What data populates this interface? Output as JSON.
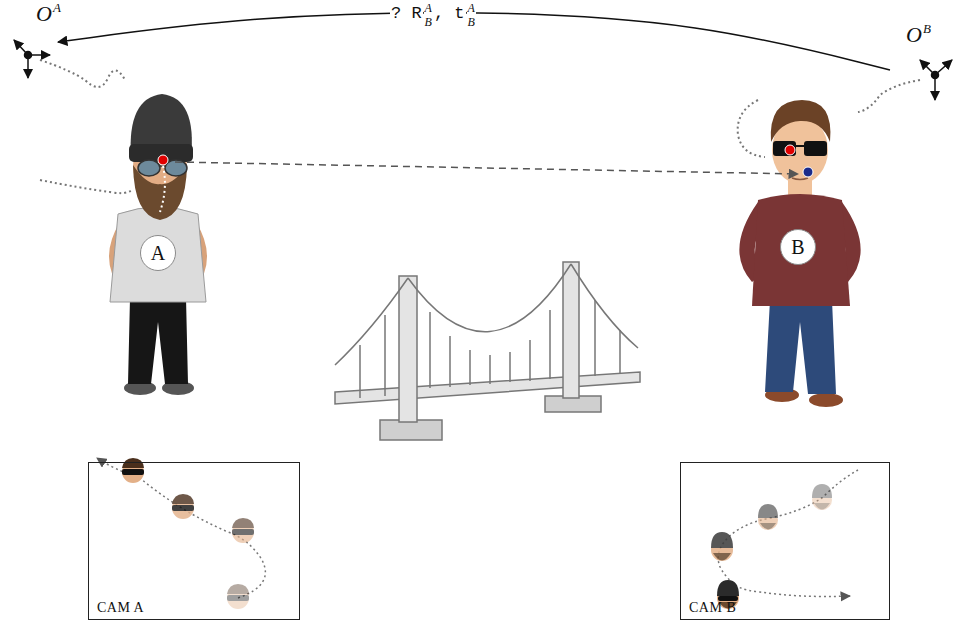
{
  "diagram": {
    "nodes": [
      {
        "text": [
          "A"
        ]
      },
      {
        "text": [
          "B"
        ]
      },
      {
        "text": [
          "CAM A"
        ]
      },
      {
        "text": [
          "CAM B"
        ]
      }
    ],
    "labels": [
      "O",
      "A",
      "? R",
      "A",
      "B",
      ", t",
      "A",
      "B",
      "O",
      "B"
    ]
  }
}
